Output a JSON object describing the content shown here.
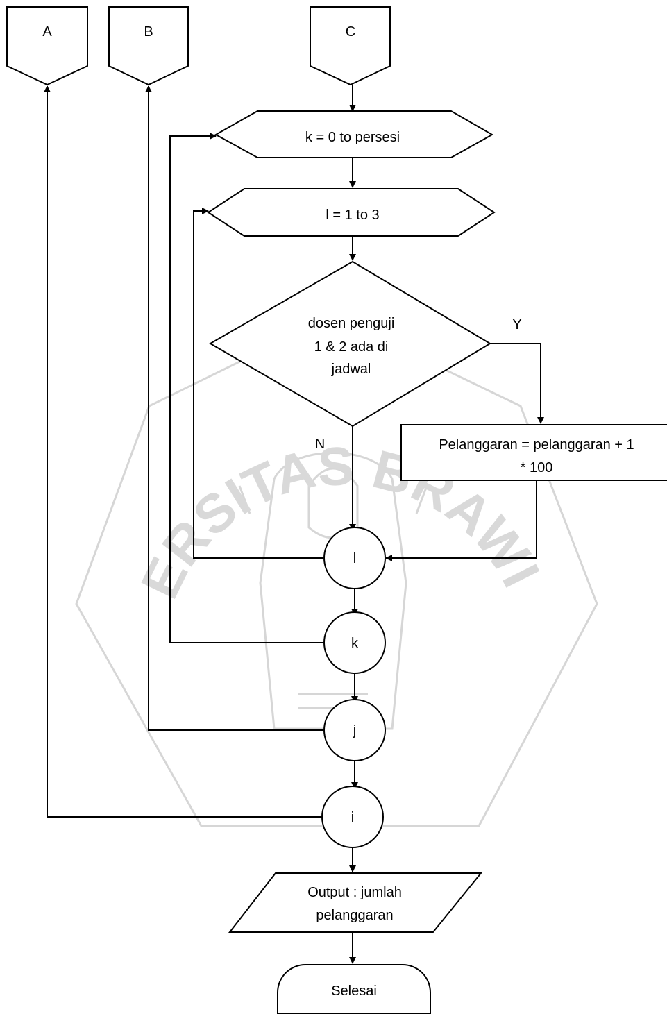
{
  "connectors": {
    "a": "A",
    "b": "B",
    "c": "C"
  },
  "loops": {
    "k_start": "k = 0 to persesi",
    "l_start": "l = 1 to 3"
  },
  "decision": {
    "line1": "dosen penguji",
    "line2": "1 & 2 ada di",
    "line3": "jadwal",
    "yes": "Y",
    "no": "N"
  },
  "process": {
    "line1": "Pelanggaran = pelanggaran + 1",
    "line2": "* 100"
  },
  "loop_ends": {
    "l": "l",
    "k": "k",
    "j": "j",
    "i": "i"
  },
  "output": {
    "line1": "Output : jumlah",
    "line2": "pelanggaran"
  },
  "terminator": "Selesai",
  "watermark": {
    "text": "UNIVERSITAS BRAWIJAYA"
  }
}
